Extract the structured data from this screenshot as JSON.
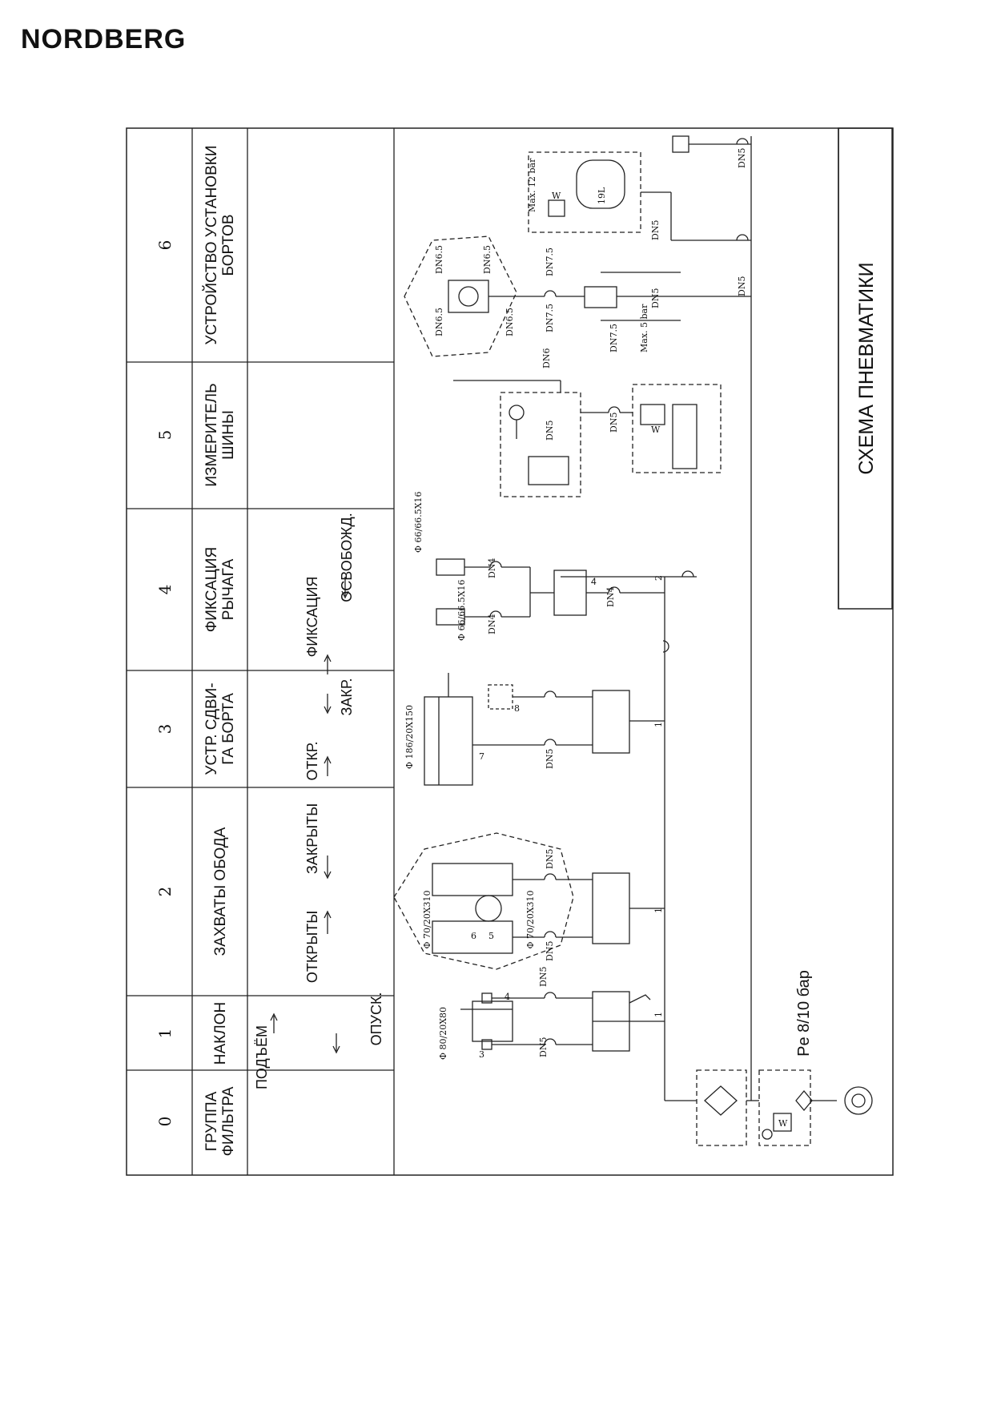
{
  "brand": {
    "logo_text": "NORDBERG"
  },
  "title": "СХЕМА ПНЕВМАТИКИ",
  "columns": [
    {
      "num": "0",
      "name_lines": [
        "ГРУППА",
        "ФИЛЬТРА"
      ],
      "actions": []
    },
    {
      "num": "1",
      "name_lines": [
        "НАКЛОН"
      ],
      "actions": [
        "ПОДЪЁМ",
        "ОПУСК."
      ]
    },
    {
      "num": "2",
      "name_lines": [
        "ЗАХВАТЫ ОБОДА"
      ],
      "actions": [
        "ОТКРЫТЫ",
        "ЗАКРЫТЫ"
      ]
    },
    {
      "num": "3",
      "name_lines": [
        "УСТР. СДВИ-",
        "ГА БОРТА"
      ],
      "actions": [
        "ОТКР.",
        "ЗАКР."
      ]
    },
    {
      "num": "4",
      "name_lines": [
        "ФИКСАЦИЯ",
        "РЫЧАГА"
      ],
      "actions": [
        "ФИКСАЦИЯ",
        "ОСВОБОЖД."
      ]
    },
    {
      "num": "5",
      "name_lines": [
        "ИЗМЕРИТЕЛЬ",
        "ШИНЫ"
      ],
      "actions": []
    },
    {
      "num": "6",
      "name_lines": [
        "УСТРОЙСТВО УСТАНОВКИ",
        "БОРТОВ"
      ],
      "actions": []
    }
  ],
  "supply_pressure": "Pe 8/10 бар",
  "cylinders": {
    "tilt": "Φ 80/20X80",
    "rim_clamp_left": "Φ 70/20X310",
    "rim_clamp_right": "Φ 70/20X310",
    "bead_breaker": "Φ 186/20X150",
    "lever_lock_1": "Φ 66/66.5X16",
    "lever_lock_2": "Φ 66/66.5X16"
  },
  "tank": {
    "volume": "19L",
    "max": "Max. 12 bar"
  },
  "regulator_max": "Max. 5 bar",
  "line_labels": {
    "dn4": "DN4",
    "dn5": "DN5",
    "dn6": "DN6",
    "dn65": "DN6.5",
    "dn75": "DN7.5"
  },
  "port_numbers": [
    "1",
    "2",
    "3",
    "4",
    "5",
    "6",
    "7",
    "8"
  ],
  "valve_marks": {
    "solenoid_w": "W",
    "tank_w": "W",
    "lever_valve": "4"
  }
}
